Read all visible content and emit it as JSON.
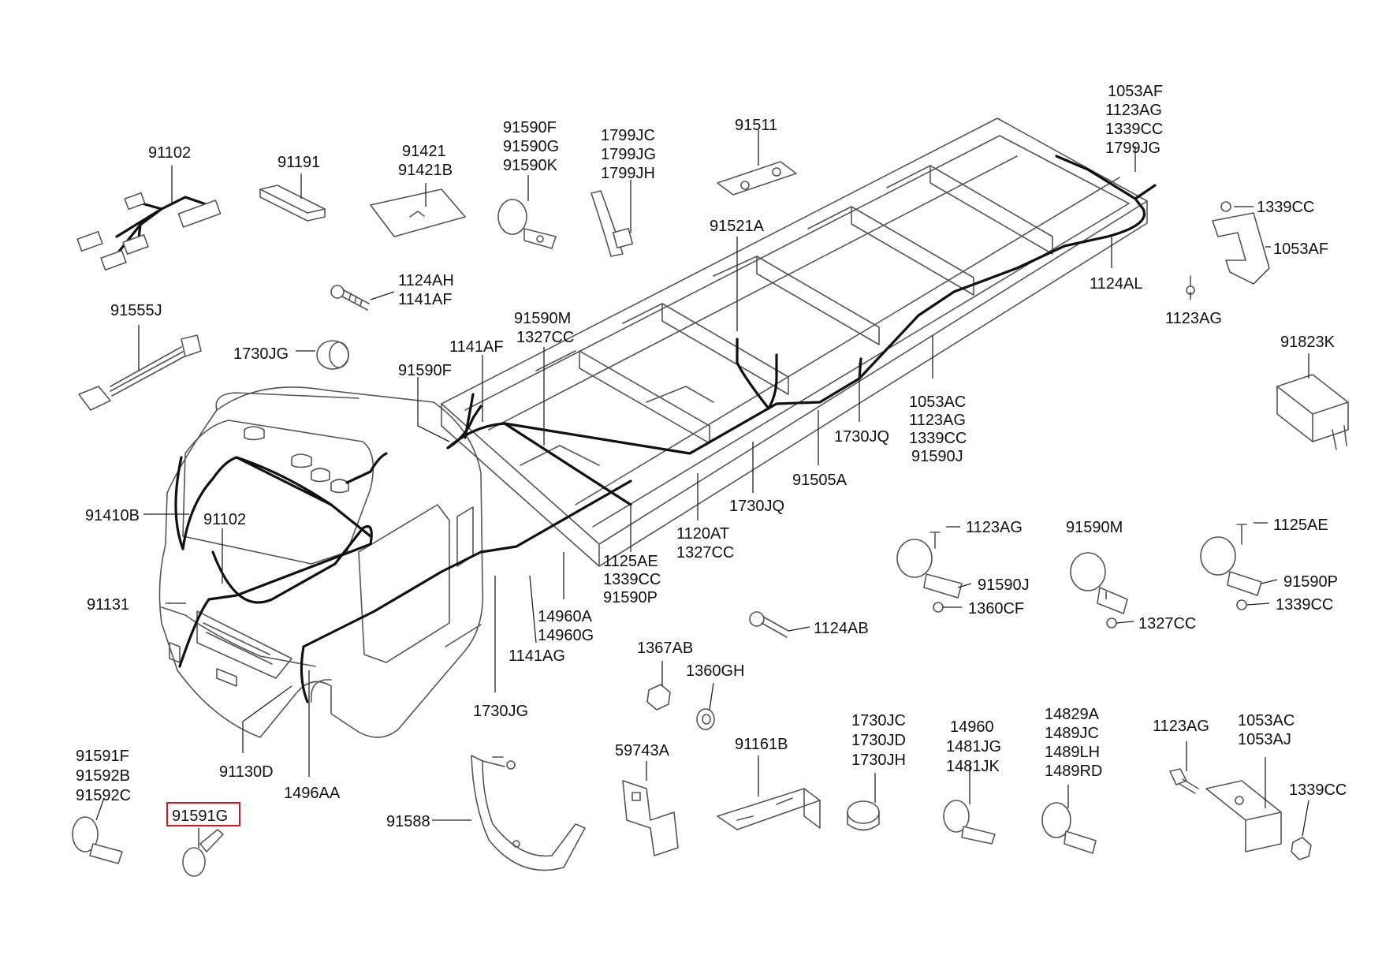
{
  "colors": {
    "highlight": "#d9141b",
    "ink": "#111111",
    "outline": "#555555"
  },
  "callouts": {
    "c91102a": [
      "91102"
    ],
    "c91191": [
      "91191"
    ],
    "c91421": [
      "91421",
      "91421B"
    ],
    "c91590fgk": [
      "91590F",
      "91590G",
      "91590K"
    ],
    "c1799": [
      "1799JC",
      "1799JG",
      "1799JH"
    ],
    "c91511": [
      "91511"
    ],
    "c1053af": [
      "1053AF",
      "1123AG",
      "1339CC",
      "1799JG"
    ],
    "c1339cc_tr": [
      "1339CC"
    ],
    "c1053af_r": [
      "1053AF"
    ],
    "c91521a": [
      "91521A"
    ],
    "c1124ah": [
      "1124AH",
      "1141AF"
    ],
    "c1124al": [
      "1124AL"
    ],
    "c1123ag_tr": [
      "1123AG"
    ],
    "c91555j": [
      "91555J"
    ],
    "c91590m": [
      "91590M",
      "1327CC"
    ],
    "c1730jg": [
      "1730JG"
    ],
    "c1141af": [
      "1141AF"
    ],
    "c91823k": [
      "91823K"
    ],
    "c91590f": [
      "91590F"
    ],
    "c1053ac": [
      "1053AC",
      "1123AG",
      "1339CC",
      "91590J"
    ],
    "c1730jq_r": [
      "1730JQ"
    ],
    "c91505a": [
      "91505A"
    ],
    "c91410b": [
      "91410B"
    ],
    "c91102b": [
      "91102"
    ],
    "c1730jq": [
      "1730JQ"
    ],
    "c1120at": [
      "1120AT",
      "1327CC"
    ],
    "c1123ag_m": [
      "1123AG"
    ],
    "c91590m_m": [
      "91590M"
    ],
    "c1125ae_r": [
      "1125AE"
    ],
    "c1125ae": [
      "1125AE",
      "1339CC",
      "91590P"
    ],
    "c91590j": [
      "91590J"
    ],
    "c91590p": [
      "91590P"
    ],
    "c91131": [
      "91131"
    ],
    "c1360cf": [
      "1360CF"
    ],
    "c1339cc_r": [
      "1339CC"
    ],
    "c14960a": [
      "14960A",
      "14960G"
    ],
    "c1327cc": [
      "1327CC"
    ],
    "c1124ab": [
      "1124AB"
    ],
    "c1141ag": [
      "1141AG"
    ],
    "c1367ab": [
      "1367AB"
    ],
    "c1360gh": [
      "1360GH"
    ],
    "c1730jg_b": [
      "1730JG"
    ],
    "c1730jc": [
      "1730JC",
      "1730JD",
      "1730JH"
    ],
    "c14960": [
      "14960",
      "1481JG",
      "1481JK"
    ],
    "c14829a": [
      "14829A",
      "1489JC",
      "1489LH",
      "1489RD"
    ],
    "c1123ag_b": [
      "1123AG"
    ],
    "c1053ac_b": [
      "1053AC",
      "1053AJ"
    ],
    "c91161b": [
      "91161B"
    ],
    "c59743a": [
      "59743A"
    ],
    "c91130d": [
      "91130D"
    ],
    "c1496aa": [
      "1496AA"
    ],
    "c91591f": [
      "91591F",
      "91592B",
      "91592C"
    ],
    "c91591g": [
      "91591G"
    ],
    "c91588": [
      "91588"
    ],
    "c1339cc_b": [
      "1339CC"
    ]
  }
}
